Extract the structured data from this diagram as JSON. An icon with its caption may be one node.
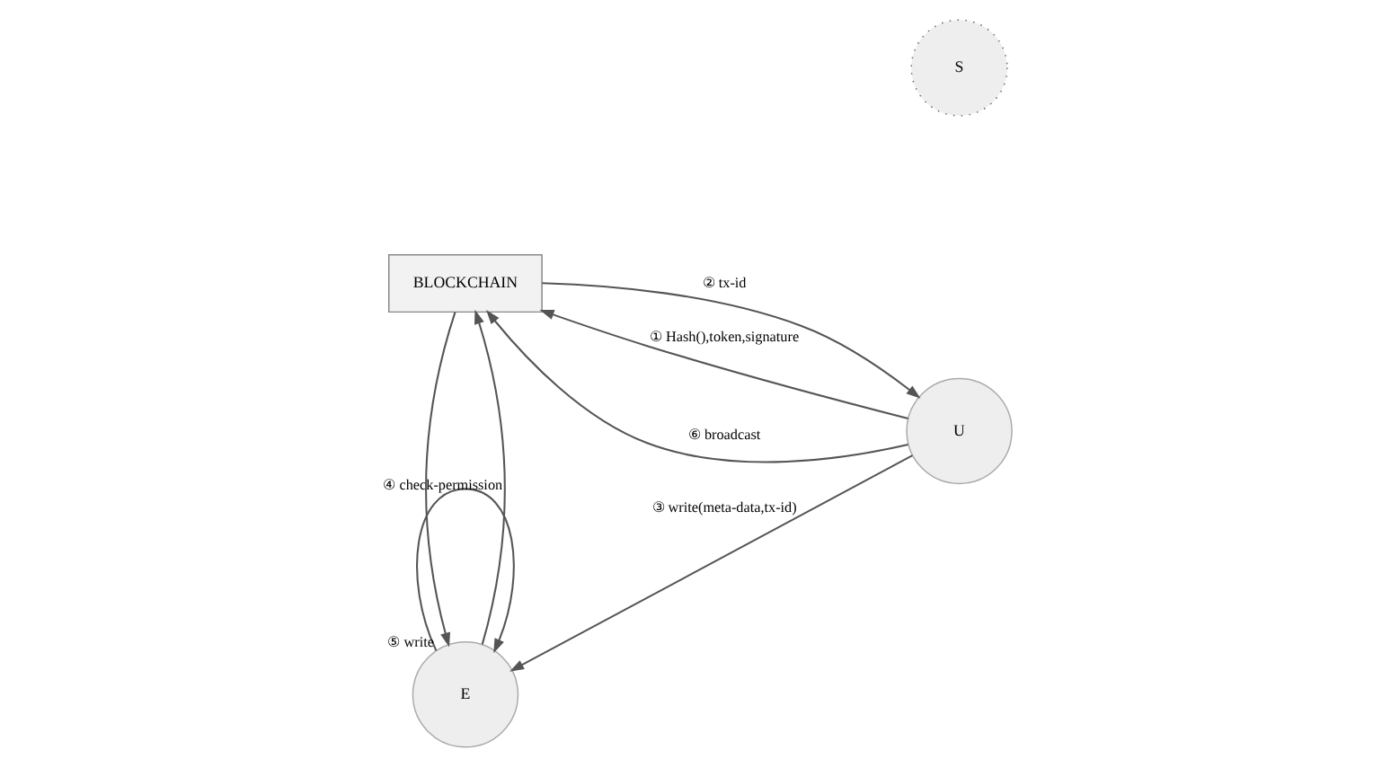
{
  "diagram": {
    "nodes": [
      {
        "text": [
          "E"
        ]
      },
      {
        "text": [
          "U"
        ]
      },
      {
        "text": [
          "BLOCKCHAIN"
        ]
      },
      {
        "text": [
          "S"
        ]
      }
    ],
    "edges": [
      {
        "from": 0,
        "to": 0,
        "arrow": "to",
        "label": "⑤ write"
      },
      {
        "from": 1,
        "to": 0,
        "arrow": "to",
        "label": "③ write(meta-data,tx-id)"
      },
      {
        "from": 0,
        "to": 2,
        "arrow": "to",
        "label": "④ check-permission"
      },
      {
        "from": 2,
        "to": 0,
        "arrow": "to"
      },
      {
        "from": 1,
        "to": 2,
        "arrow": "to",
        "label": "① Hash(),token,signature"
      },
      {
        "from": 2,
        "to": 1,
        "arrow": "to",
        "label": "② tx-id"
      },
      {
        "from": 1,
        "to": 2,
        "arrow": "to",
        "label": "⑥ broadcast"
      }
    ]
  }
}
